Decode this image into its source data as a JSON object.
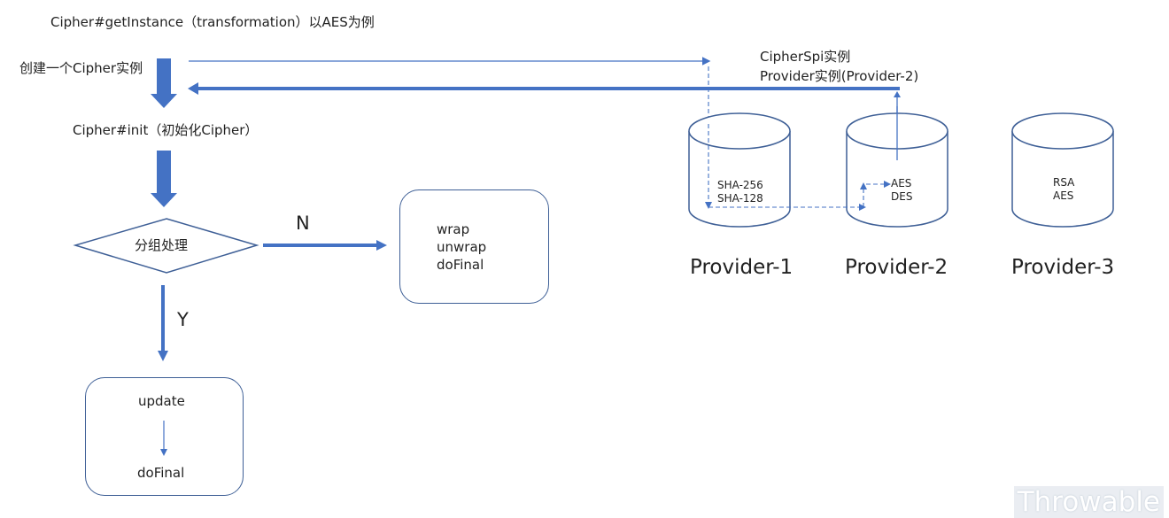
{
  "texts": {
    "get_instance": "Cipher#getInstance（transformation）以AES为例",
    "create_cipher": "创建一个Cipher实例",
    "init_cipher": "Cipher#init（初始化Cipher）",
    "ciphersp_instance": "CipherSpi实例",
    "provider_instance": "Provider实例(Provider-2)",
    "decision": "分组处理",
    "no_label": "N",
    "yes_label": "Y"
  },
  "no_box": {
    "lines": [
      "wrap",
      "unwrap",
      "doFinal"
    ]
  },
  "yes_box": {
    "top": "update",
    "bottom": "doFinal"
  },
  "providers": [
    {
      "name": "Provider-1",
      "algorithms": [
        "SHA-256",
        "SHA-128"
      ]
    },
    {
      "name": "Provider-2",
      "algorithms": [
        "AES",
        "DES"
      ]
    },
    {
      "name": "Provider-3",
      "algorithms": [
        "RSA",
        "AES"
      ]
    }
  ],
  "watermark": "Throwable",
  "colors": {
    "arrow": "#4472c4",
    "border": "#3e5f96",
    "text": "#222222"
  }
}
